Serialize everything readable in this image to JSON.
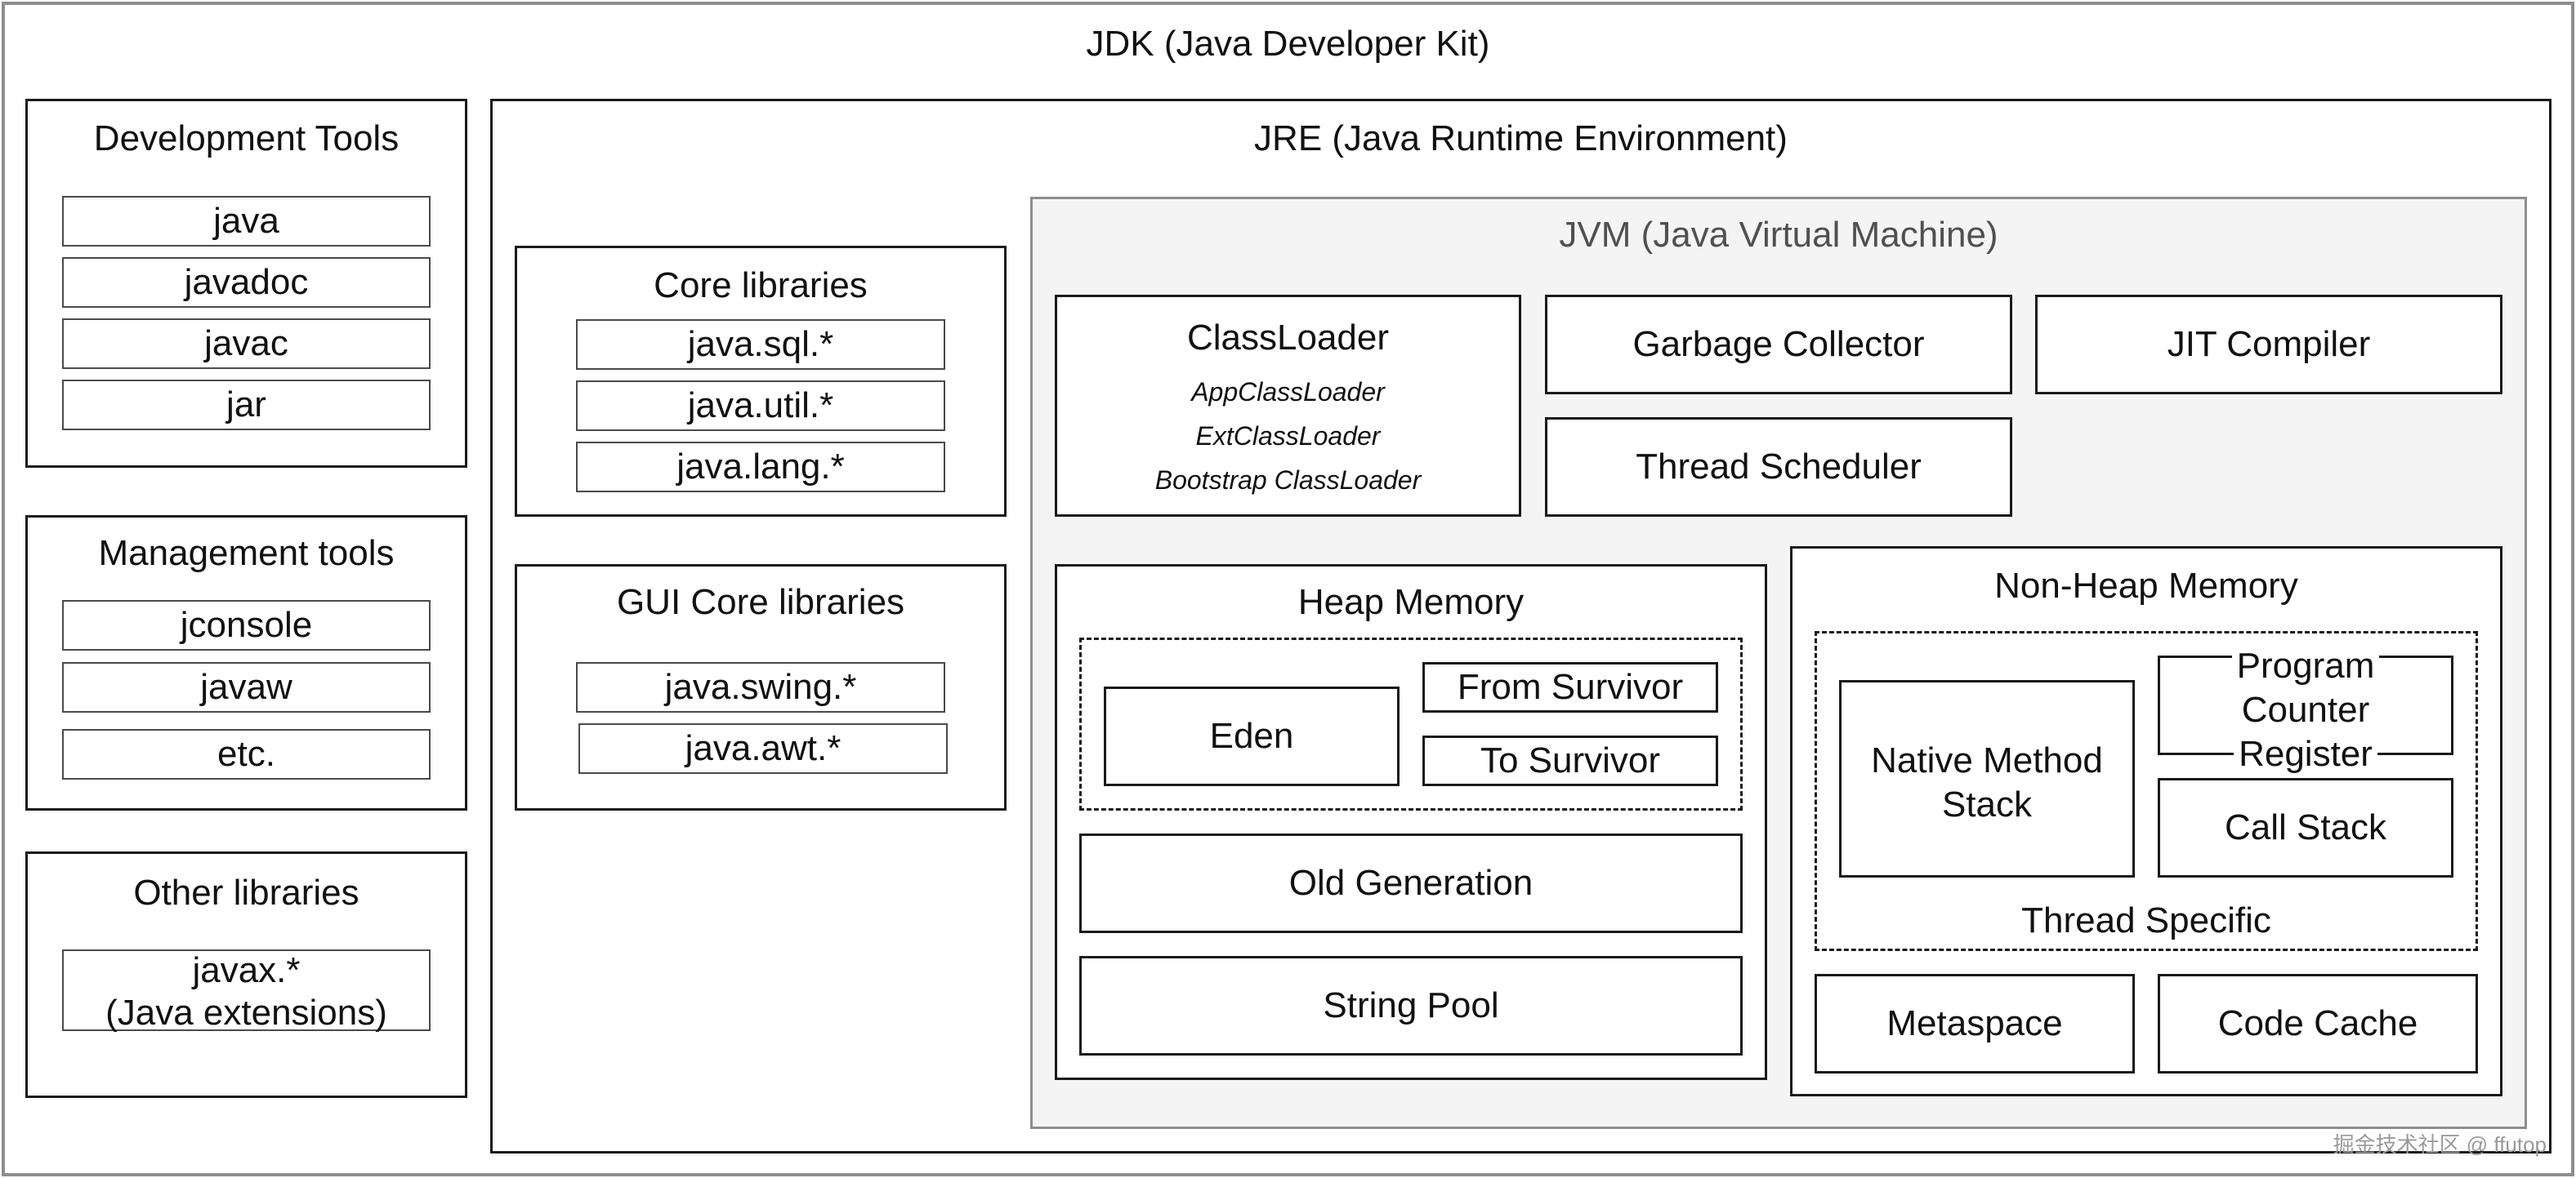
{
  "jdk": {
    "title": "JDK (Java Developer Kit)"
  },
  "dev_tools": {
    "title": "Development Tools",
    "items": [
      "java",
      "javadoc",
      "javac",
      "jar"
    ]
  },
  "mgmt_tools": {
    "title": "Management tools",
    "items": [
      "jconsole",
      "javaw",
      "etc."
    ]
  },
  "other_libs": {
    "title": "Other libraries",
    "item_line1": "javax.*",
    "item_line2": "(Java extensions)"
  },
  "jre": {
    "title": "JRE (Java Runtime Environment)"
  },
  "core_libs": {
    "title": "Core libraries",
    "items": [
      "java.sql.*",
      "java.util.*",
      "java.lang.*"
    ]
  },
  "gui_libs": {
    "title": "GUI Core libraries",
    "items": [
      "java.swing.*",
      "java.awt.*"
    ]
  },
  "jvm": {
    "title": "JVM (Java Virtual Machine)",
    "classloader": {
      "title": "ClassLoader",
      "items": [
        "AppClassLoader",
        "ExtClassLoader",
        "Bootstrap ClassLoader"
      ]
    },
    "garbage_collector": "Garbage Collector",
    "jit_compiler": "JIT Compiler",
    "thread_scheduler": "Thread Scheduler",
    "heap": {
      "title": "Heap Memory",
      "eden": "Eden",
      "from_survivor": "From Survivor",
      "to_survivor": "To Survivor",
      "old_generation": "Old Generation",
      "string_pool": "String Pool"
    },
    "non_heap": {
      "title": "Non-Heap Memory",
      "native_method_stack_line1": "Native Method",
      "native_method_stack_line2": "Stack",
      "program_counter_line1": "Program",
      "program_counter_line2": "Counter",
      "program_counter_line3": "Register",
      "call_stack": "Call Stack",
      "thread_specific": "Thread Specific",
      "metaspace": "Metaspace",
      "code_cache": "Code Cache"
    }
  },
  "watermark": "掘金技术社区 @ ffutop"
}
